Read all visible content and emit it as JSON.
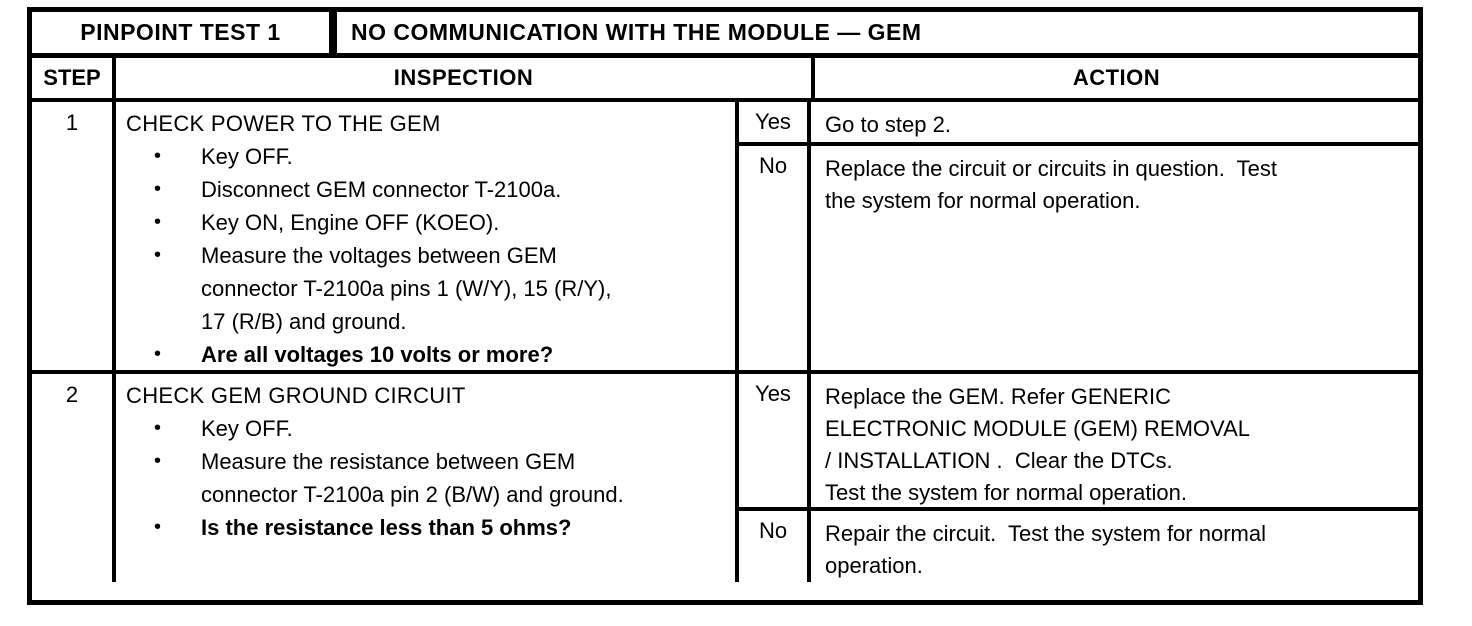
{
  "table": {
    "title_label": "PINPOINT TEST 1",
    "title": "NO COMMUNICATION WITH THE MODULE — GEM",
    "columns": {
      "step": "STEP",
      "inspection": "INSPECTION",
      "action": "ACTION"
    },
    "bullet_glyph": "•",
    "steps": [
      {
        "number": "1",
        "heading": "CHECK POWER TO THE GEM",
        "bullets": [
          {
            "text": "Key OFF.",
            "bold": false
          },
          {
            "text": "Disconnect GEM connector T-2100a.",
            "bold": false
          },
          {
            "text": "Key ON, Engine OFF (KOEO).",
            "bold": false
          },
          {
            "text": "Measure the voltages between GEM\nconnector T-2100a pins 1 (W/Y), 15 (R/Y),\n17 (R/B) and ground.",
            "bold": false
          },
          {
            "text": "Are all voltages 10 volts or more?",
            "bold": true
          }
        ],
        "results": [
          {
            "answer": "Yes",
            "action": "Go to step 2."
          },
          {
            "answer": "No",
            "action": "Replace the circuit or circuits in question.  Test\nthe system for normal operation."
          }
        ]
      },
      {
        "number": "2",
        "heading": "CHECK GEM GROUND CIRCUIT",
        "bullets": [
          {
            "text": "Key OFF.",
            "bold": false
          },
          {
            "text": "Measure the resistance between GEM\nconnector T-2100a pin 2 (B/W) and ground.",
            "bold": false
          },
          {
            "text": "Is the resistance less than 5 ohms?",
            "bold": true
          }
        ],
        "results": [
          {
            "answer": "Yes",
            "action": "Replace the GEM. Refer GENERIC\nELECTRONIC MODULE (GEM) REMOVAL\n/ INSTALLATION .  Clear the DTCs.\nTest the system for normal operation."
          },
          {
            "answer": "No",
            "action": "Repair the circuit.  Test the system for normal\noperation."
          }
        ]
      }
    ]
  }
}
